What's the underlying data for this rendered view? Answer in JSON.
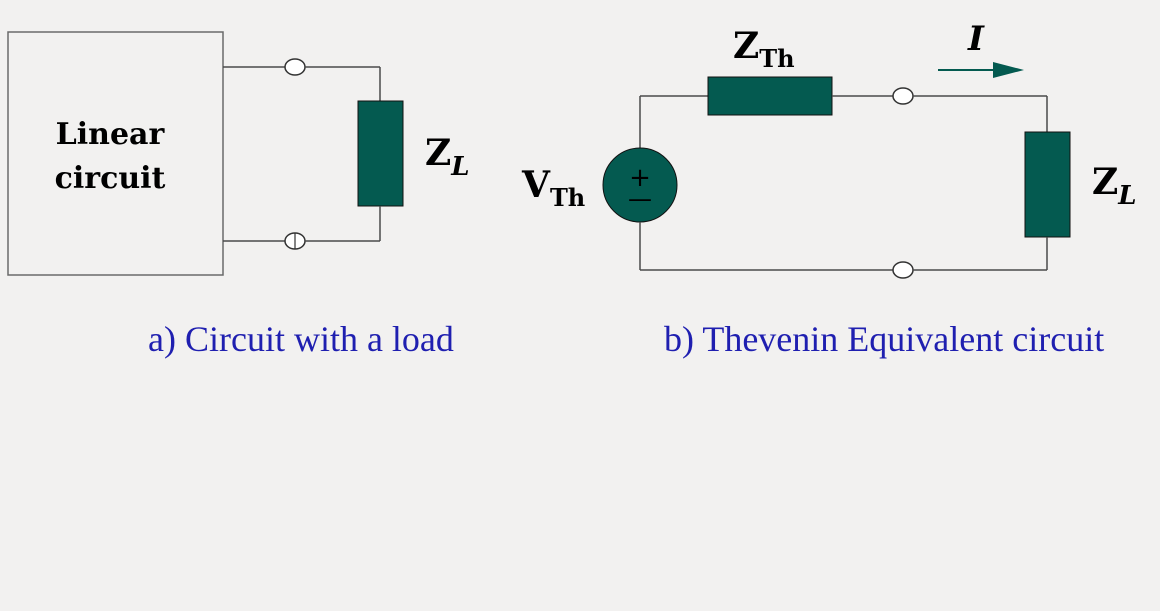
{
  "colors": {
    "background": "#f2f1f0",
    "component_fill": "#045a50",
    "wire": "#4a4a4a",
    "caption": "#1f1fb0",
    "text": "#000000"
  },
  "left_circuit": {
    "box_label_line1": "Linear",
    "box_label_line2": "circuit",
    "load_symbol": "Z",
    "load_subscript": "L",
    "caption": "a) Circuit with a load"
  },
  "right_circuit": {
    "source_symbol": "V",
    "source_subscript": "Th",
    "source_plus": "+",
    "source_minus": "—",
    "series_symbol": "Z",
    "series_subscript": "Th",
    "current_label": "I",
    "load_symbol": "Z",
    "load_subscript": "L",
    "caption": "b) Thevenin Equivalent circuit"
  }
}
